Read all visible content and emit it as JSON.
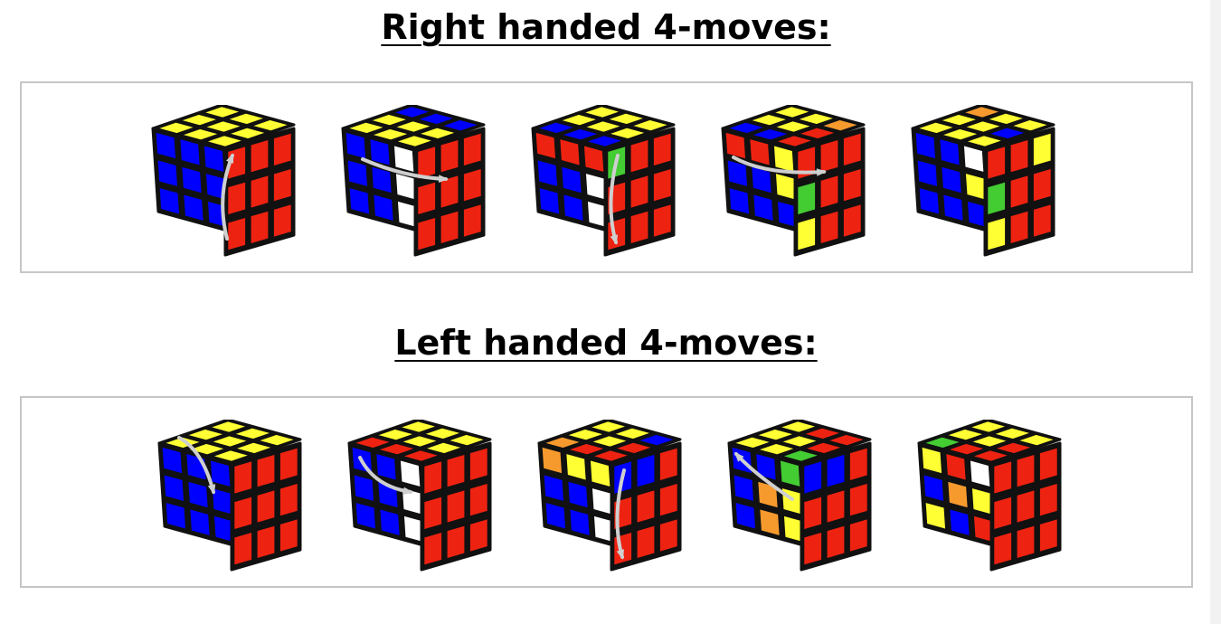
{
  "sections": [
    {
      "title": "Right handed 4-moves:",
      "cubes": [
        {
          "top": [
            "Y",
            "Y",
            "Y",
            "Y",
            "Y",
            "Y",
            "Y",
            "Y",
            "Y"
          ],
          "left": [
            "B",
            "B",
            "B",
            "B",
            "B",
            "B",
            "B",
            "B",
            "B"
          ],
          "right": [
            "R",
            "R",
            "R",
            "R",
            "R",
            "R",
            "R",
            "R",
            "R"
          ],
          "arrow": "up-arc"
        },
        {
          "top": [
            "Y",
            "Y",
            "B",
            "Y",
            "Y",
            "B",
            "Y",
            "Y",
            "B"
          ],
          "left": [
            "B",
            "B",
            "W",
            "B",
            "B",
            "W",
            "B",
            "B",
            "W"
          ],
          "right": [
            "R",
            "R",
            "R",
            "R",
            "R",
            "R",
            "R",
            "R",
            "R"
          ],
          "arrow": "left-right"
        },
        {
          "top": [
            "B",
            "Y",
            "Y",
            "B",
            "Y",
            "Y",
            "B",
            "Y",
            "Y"
          ],
          "left": [
            "R",
            "R",
            "R",
            "B",
            "B",
            "W",
            "B",
            "B",
            "W"
          ],
          "right": [
            "G",
            "R",
            "R",
            "R",
            "R",
            "R",
            "R",
            "R",
            "R"
          ],
          "arrow": "down-arc"
        },
        {
          "top": [
            "B",
            "Y",
            "Y",
            "B",
            "Y",
            "Y",
            "R",
            "R",
            "O"
          ],
          "left": [
            "R",
            "R",
            "Y",
            "B",
            "B",
            "Y",
            "B",
            "B",
            "B"
          ],
          "right": [
            "R",
            "R",
            "R",
            "G",
            "R",
            "R",
            "Y",
            "R",
            "R"
          ],
          "arrow": "right-arc"
        },
        {
          "top": [
            "Y",
            "Y",
            "O",
            "Y",
            "Y",
            "Y",
            "Y",
            "B",
            "Y"
          ],
          "left": [
            "B",
            "B",
            "W",
            "B",
            "B",
            "Y",
            "B",
            "B",
            "B"
          ],
          "right": [
            "R",
            "R",
            "Y",
            "G",
            "R",
            "R",
            "Y",
            "R",
            "R"
          ],
          "arrow": "none"
        }
      ]
    },
    {
      "title": "Left handed 4-moves:",
      "cubes": [
        {
          "top": [
            "Y",
            "Y",
            "Y",
            "Y",
            "Y",
            "Y",
            "Y",
            "Y",
            "Y"
          ],
          "left": [
            "B",
            "B",
            "B",
            "B",
            "B",
            "B",
            "B",
            "B",
            "B"
          ],
          "right": [
            "R",
            "R",
            "R",
            "R",
            "R",
            "R",
            "R",
            "R",
            "R"
          ],
          "arrow": "down-left"
        },
        {
          "top": [
            "R",
            "Y",
            "Y",
            "R",
            "Y",
            "Y",
            "R",
            "Y",
            "Y"
          ],
          "left": [
            "B",
            "B",
            "W",
            "B",
            "B",
            "W",
            "B",
            "B",
            "W"
          ],
          "right": [
            "R",
            "R",
            "R",
            "R",
            "R",
            "R",
            "R",
            "R",
            "R"
          ],
          "arrow": "down-right"
        },
        {
          "top": [
            "O",
            "Y",
            "Y",
            "R",
            "Y",
            "Y",
            "R",
            "R",
            "B"
          ],
          "left": [
            "O",
            "Y",
            "Y",
            "B",
            "B",
            "W",
            "B",
            "B",
            "W"
          ],
          "right": [
            "B",
            "B",
            "R",
            "R",
            "R",
            "R",
            "R",
            "R",
            "R"
          ],
          "arrow": "down-arc"
        },
        {
          "top": [
            "Y",
            "Y",
            "Y",
            "Y",
            "Y",
            "R",
            "G",
            "R",
            "R"
          ],
          "left": [
            "B",
            "B",
            "G",
            "B",
            "O",
            "Y",
            "B",
            "O",
            "Y"
          ],
          "right": [
            "B",
            "B",
            "R",
            "R",
            "R",
            "R",
            "R",
            "R",
            "R"
          ],
          "arrow": "up-left"
        },
        {
          "top": [
            "G",
            "Y",
            "Y",
            "R",
            "Y",
            "Y",
            "R",
            "R",
            "Y"
          ],
          "left": [
            "Y",
            "R",
            "W",
            "B",
            "O",
            "Y",
            "Y",
            "B",
            "R"
          ],
          "right": [
            "R",
            "R",
            "R",
            "R",
            "R",
            "R",
            "R",
            "R",
            "R"
          ],
          "arrow": "none"
        }
      ]
    }
  ],
  "sticker_colors": {
    "Y": "#ffff33",
    "B": "#0000ff",
    "R": "#ee2211",
    "W": "#ffffff",
    "G": "#44cc33",
    "O": "#f79a2e"
  },
  "arrow_color": "#cfcfcf"
}
